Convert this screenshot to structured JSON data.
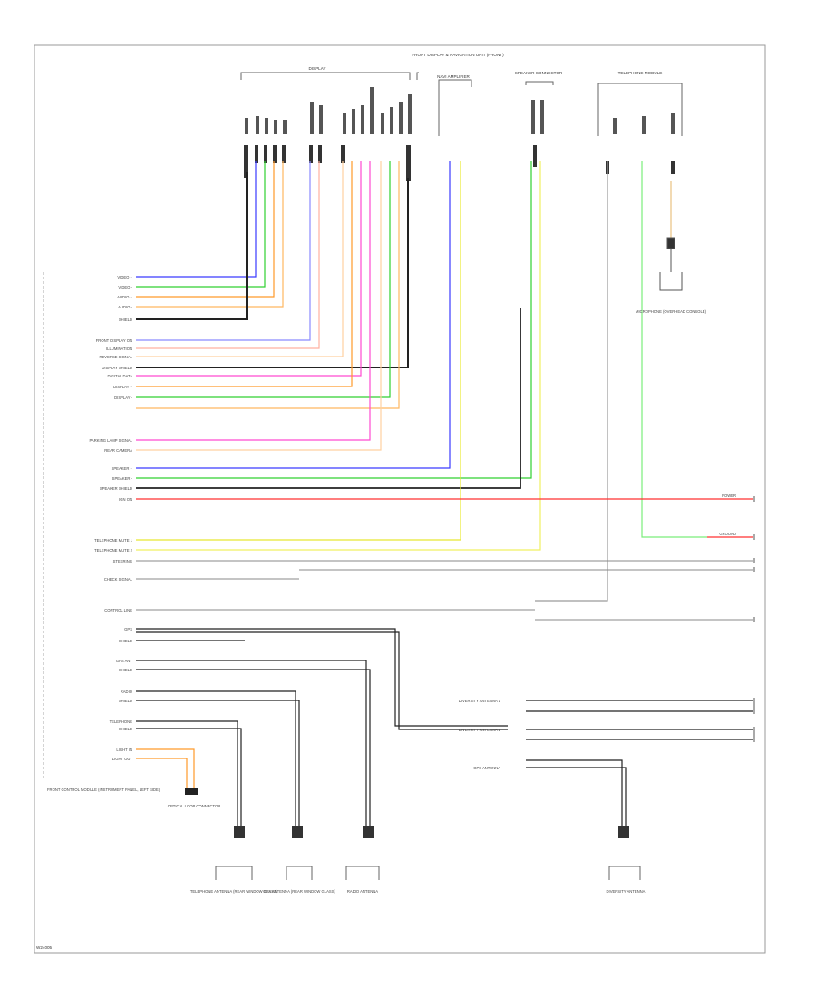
{
  "page": {
    "footer_code": "W24005"
  },
  "header_modules": {
    "main_unit": "FRONT DISPLAY & NAVIGATION UNIT (FRONT)",
    "subgroup": "DISPLAY",
    "amp_connector": "NAVI AMPLIFIER",
    "speaker_connector": "SPEAKER CONNECTOR",
    "telephone_module": "TELEPHONE MODULE"
  },
  "bottom_components": {
    "telephone_antenna": "TELEPHONE ANTENNA (REAR WINDOW GLASS)",
    "gps_antenna": "GPS ANTENNA (REAR WINDOW GLASS)",
    "radio_antenna": "RADIO ANTENNA",
    "diversity_antenna": "DIVERSITY ANTENNA",
    "optical_connector": "OPTICAL LOOP CONNECTOR",
    "microphone": "MICROPHONE (OVERHEAD CONSOLE)",
    "main_module": "FRONT CONTROL MODULE (INSTRUMENT PANEL, LEFT SIDE)"
  },
  "left_pins": [
    "VIDEO +",
    "VIDEO -",
    "AUDIO +",
    "AUDIO -",
    "SHIELD",
    "FRONT DISPLAY ON",
    "ILLUMINATION",
    "REVERSE SIGNAL",
    "DISPLAY SHIELD",
    "DIGITAL DATA",
    "DISPLAY +",
    "DISPLAY -",
    "PARKING LAMP SIGNAL",
    "REAR CAMERA",
    "SPEAKER +",
    "SPEAKER -",
    "SPEAKER SHIELD",
    "IGN ON",
    "TELEPHONE MUTE 1",
    "TELEPHONE MUTE 2",
    "STEERING",
    "CHECK SIGNAL",
    "CONTROL LINE",
    "GPS",
    "SHIELD",
    "GPS ANT",
    "SHIELD",
    "RADIO",
    "SHIELD",
    "TELEPHONE",
    "SHIELD",
    "LIGHT IN",
    "LIGHT OUT"
  ],
  "right_labels": {
    "power": "POWER",
    "ground": "GROUND",
    "diversity_1": "DIVERSITY ANTENNA 1",
    "diversity_2": "DIVERSITY ANTENNA 2",
    "gps_ant": "GPS ANTENNA"
  },
  "wire_colors": {
    "blue": "#3a3aff",
    "green": "#30d030",
    "orange": "#ff9a2a",
    "pink": "#ff4ad0",
    "red": "#ff3030",
    "yellow": "#e8e830",
    "lightblue": "#8a8aff",
    "black": "#222222",
    "gray": "#9a9a9a",
    "lightgreen": "#7aee7a"
  }
}
